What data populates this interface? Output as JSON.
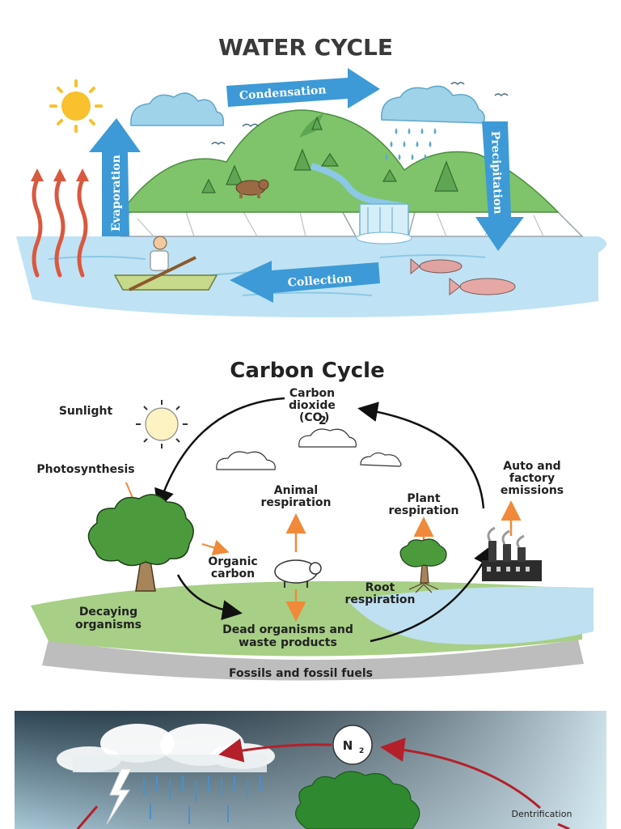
{
  "water_cycle": {
    "title": "WATER CYCLE",
    "labels": {
      "condensation": "Condensation",
      "precipitation": "Precipitation",
      "evaporation": "Evaporation",
      "collection": "Collection"
    },
    "colors": {
      "arrow": "#3d9ad6",
      "water": "#bfe3f4",
      "hill": "#7fc46a",
      "cloud": "#9fd3ea",
      "sun": "#f8c12d",
      "heat": "#d9583f"
    }
  },
  "carbon_cycle": {
    "title": "Carbon Cycle",
    "labels": {
      "sunlight": "Sunlight",
      "co2_line1": "Carbon",
      "co2_line2": "dioxide",
      "co2_line3": "(CO",
      "co2_sub": "2",
      "co2_close": ")",
      "photosynthesis": "Photosynthesis",
      "animal_resp_1": "Animal",
      "animal_resp_2": "respiration",
      "plant_resp_1": "Plant",
      "plant_resp_2": "respiration",
      "emissions_1": "Auto and",
      "emissions_2": "factory",
      "emissions_3": "emissions",
      "organic_1": "Organic",
      "organic_2": "carbon",
      "root_1": "Root",
      "root_2": "respiration",
      "decay_1": "Decaying",
      "decay_2": "organisms",
      "dead_1": "Dead organisms and",
      "dead_2": "waste products",
      "fossils": "Fossils and fossil fuels"
    },
    "colors": {
      "arrow_orange": "#f08a3a",
      "ground": "#a7cf86",
      "water": "#bfe0f0",
      "rock": "#bdbdbd",
      "tree": "#4b9b3d"
    }
  },
  "nitrogen_cycle": {
    "labels": {
      "n2": "N",
      "n2_sub": "2",
      "denitrification": "Dentrification"
    },
    "colors": {
      "arrow": "#b3202a",
      "sky_top": "#2f4756",
      "sky_bottom": "#a9c9d9",
      "tree": "#2f8a2f"
    }
  }
}
